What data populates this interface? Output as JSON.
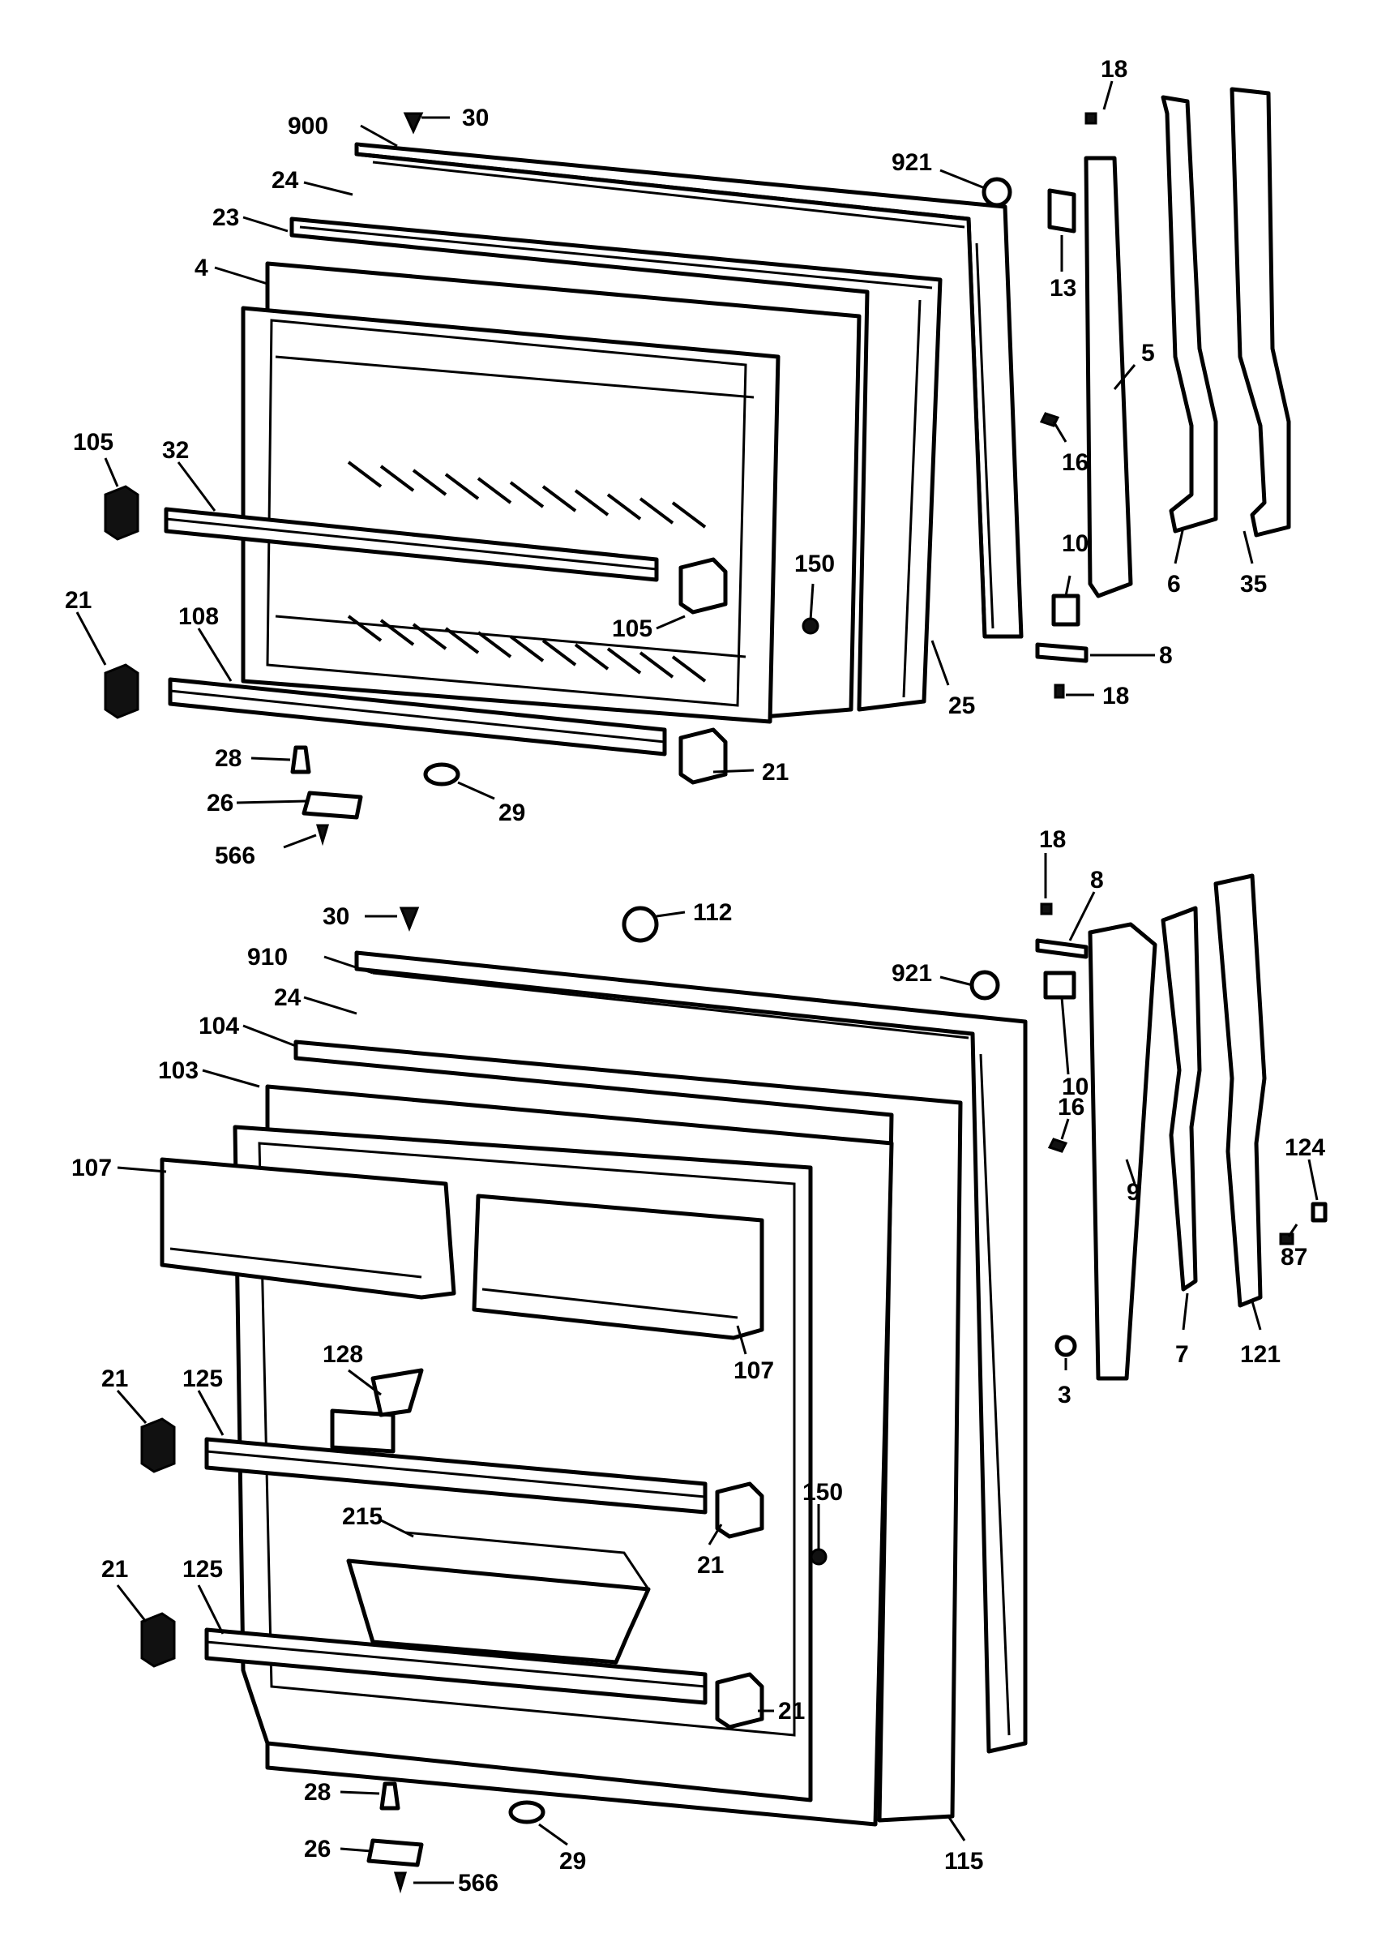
{
  "upper_door": {
    "callouts": [
      "30",
      "18",
      "900",
      "921",
      "24",
      "23",
      "4",
      "13",
      "5",
      "16",
      "105",
      "32",
      "6",
      "35",
      "10",
      "150",
      "21",
      "108",
      "105",
      "8",
      "18",
      "25",
      "28",
      "21",
      "26",
      "29",
      "566"
    ]
  },
  "lower_door": {
    "callouts": [
      "18",
      "8",
      "112",
      "30",
      "910",
      "921",
      "10",
      "24",
      "104",
      "16",
      "103",
      "124",
      "107",
      "9",
      "87",
      "107",
      "7",
      "121",
      "128",
      "3",
      "21",
      "125",
      "150",
      "215",
      "21",
      "21",
      "125",
      "21",
      "28",
      "115",
      "26",
      "566",
      "29"
    ]
  }
}
